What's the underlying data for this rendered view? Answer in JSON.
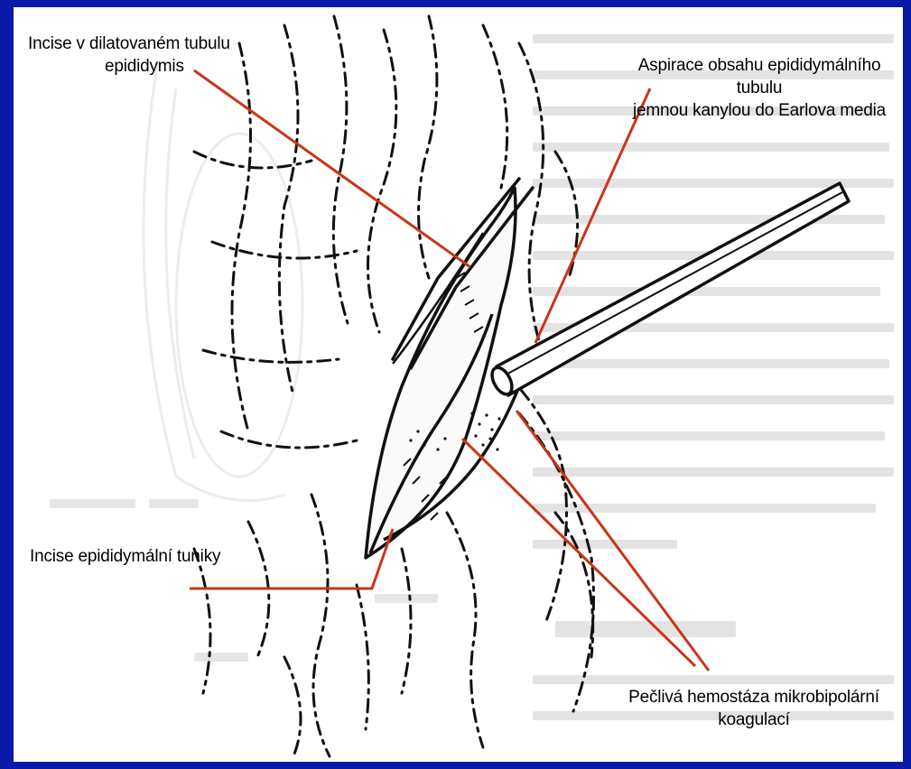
{
  "labels": {
    "incise_tubulu_line1": "Incise v dilatovaném tubulu",
    "incise_tubulu_line2": "epididymis",
    "aspirace_line1": "Aspirace obsahu epididymálního tubulu",
    "aspirace_line2": "jemnou kanylou do Earlova media",
    "incise_tuniky": "Incise epididymální tuniky",
    "hemostaza_line1": "Pečlivá hemostáza mikrobipolární",
    "hemostaza_line2": "koagulací"
  },
  "colors": {
    "background_frame": "#0a1aa8",
    "pointer_lines": "#c8361a"
  }
}
